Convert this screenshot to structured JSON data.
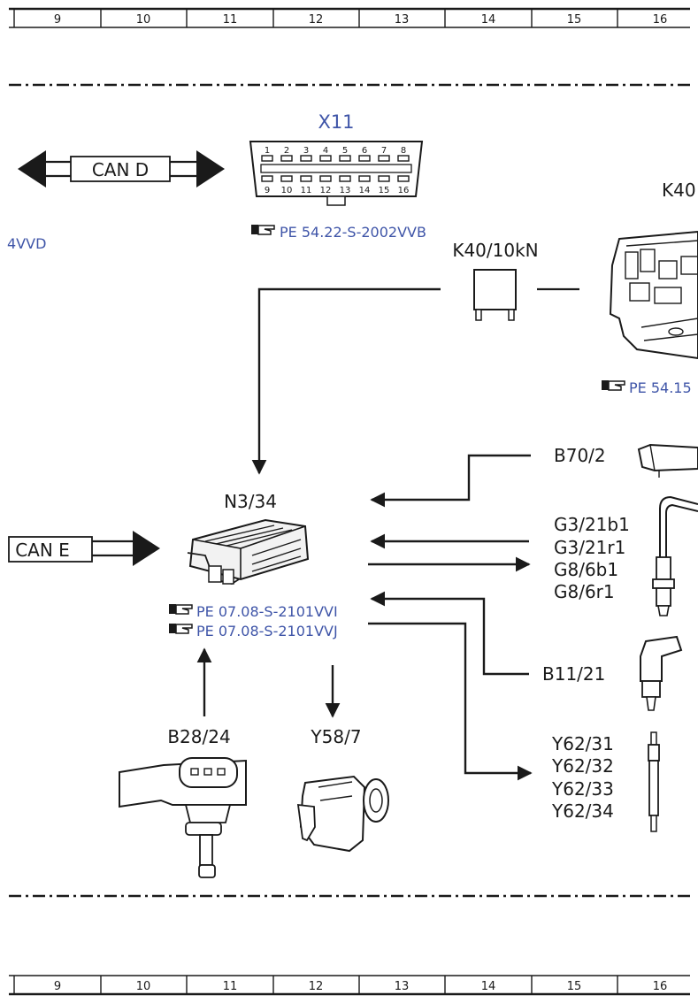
{
  "ruler": {
    "numbers": [
      "9",
      "10",
      "11",
      "12",
      "13",
      "14",
      "15",
      "16"
    ]
  },
  "connector": {
    "title": "X11",
    "pins_top": [
      "1",
      "2",
      "3",
      "4",
      "5",
      "6",
      "7",
      "8"
    ],
    "pins_bottom": [
      "9",
      "10",
      "11",
      "12",
      "13",
      "14",
      "15",
      "16"
    ],
    "ref": "PE 54.22-S-2002VVB"
  },
  "bus": {
    "can_d": "CAN D",
    "can_e": "CAN E"
  },
  "left_ref": "4VVD",
  "relay": {
    "label": "K40/10kN"
  },
  "fuse_box": {
    "label": "K40",
    "ref": "PE 54.15"
  },
  "ecu": {
    "label": "N3/34",
    "refs": [
      "PE 07.08-S-2101VVI",
      "PE 07.08-S-2101VVJ"
    ]
  },
  "components": {
    "b70": "B70/2",
    "o2_sensor": [
      "G3/21b1",
      "G3/21r1",
      "G8/6b1",
      "G8/6r1"
    ],
    "b11": "B11/21",
    "glow_plugs": [
      "Y62/31",
      "Y62/32",
      "Y62/33",
      "Y62/34"
    ],
    "b28": "B28/24",
    "y58": "Y58/7"
  }
}
